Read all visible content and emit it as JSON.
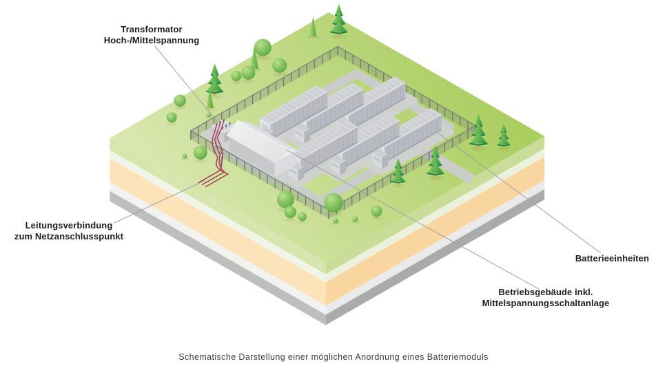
{
  "figure": {
    "caption": "Schematische Darstellung einer möglichen Anordnung eines Batteriemoduls"
  },
  "callouts": {
    "transformator": {
      "line1": "Transformator",
      "line2": "Hoch-/Mittelspannung"
    },
    "leitungsverbindung": {
      "line1": "Leitungsverbindung",
      "line2": "zum Netzanschlusspunkt"
    },
    "batterieeinheiten": {
      "text": "Batterieeinheiten"
    },
    "betriebsgebaeude": {
      "line1": "Betriebsgebäude inkl.",
      "line2": "Mittelspannungsschaltanlage"
    }
  },
  "colors": {
    "background": "#ffffff",
    "label_text": "#1d1d1b",
    "caption_text": "#3f3f3e",
    "leader_line": "#a0a0a0",
    "grass_dark": "#abce61",
    "grass_light": "#dce9b4",
    "soil_peach": "#fad7a2",
    "base_gray": "#a9abab",
    "road_gray": "#c9ccc9",
    "container_gray": "#b7bbc1",
    "building_roof": "#ebecec",
    "fence_gray": "#6e7a6f",
    "wire_red": "#a63b59",
    "tree_green": "#5cab42",
    "trunk_orange": "#f0a157"
  }
}
